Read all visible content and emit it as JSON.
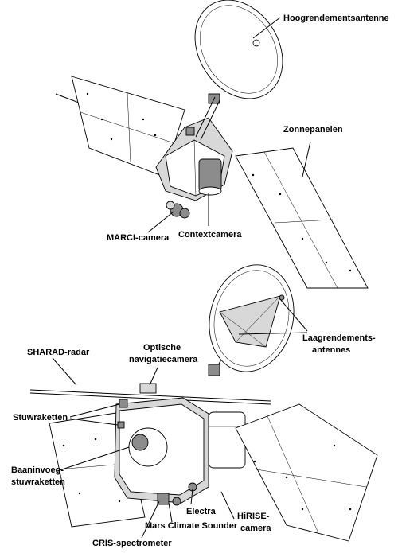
{
  "labels": {
    "high_gain_antenna": "Hoogrendementsantenne",
    "solar_panels": "Zonnepanelen",
    "marci_camera": "MARCI-camera",
    "context_camera": "Contextcamera",
    "low_gain_antennas_line1": "Laagrendements-",
    "low_gain_antennas_line2": "antennes",
    "sharad_radar": "SHARAD-radar",
    "optical_nav_camera_line1": "Optische",
    "optical_nav_camera_line2": "navigatiecamera",
    "thrusters": "Stuwraketten",
    "orbit_insertion_thrusters_line1": "Baaninvoeg-",
    "orbit_insertion_thrusters_line2": "stuwraketten",
    "electra": "Electra",
    "mars_climate_sounder": "Mars Climate Sounder",
    "hirise_camera_line1": "HiRISE-",
    "hirise_camera_line2": "camera",
    "cris_spectrometer": "CRIS-spectrometer"
  },
  "colors": {
    "line": "#000000",
    "background": "#ffffff",
    "shade": "#d8d8d8"
  }
}
